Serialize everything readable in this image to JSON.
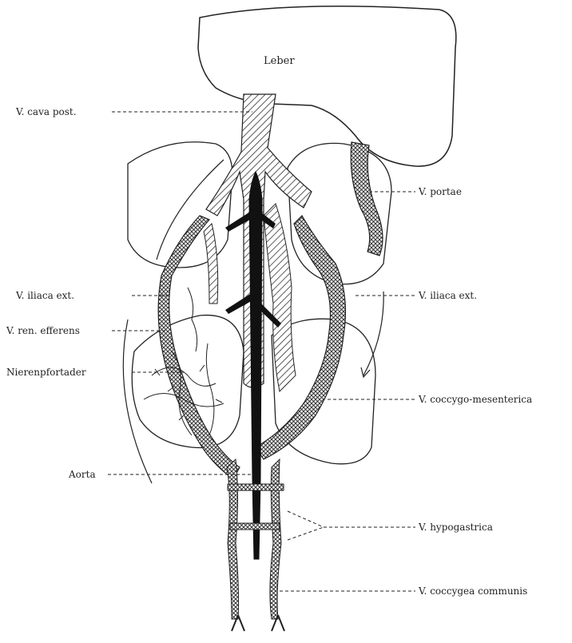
{
  "labels": {
    "leber": "Leber",
    "cava_post": "V. cava post.",
    "portae": "V. portae",
    "iliaca_ext_left": "V. iliaca ext.",
    "iliaca_ext_right": "V. iliaca ext.",
    "ren_efferens": "V. ren. efferens",
    "nierenpfortader": "Nierenpfortader",
    "coccygo_mesenterica": "V. coccygo-mesenterica",
    "aorta": "Aorta",
    "hypogastrica": "V. hypogastrica",
    "coccygea_communis": "V. coccygea communis"
  }
}
